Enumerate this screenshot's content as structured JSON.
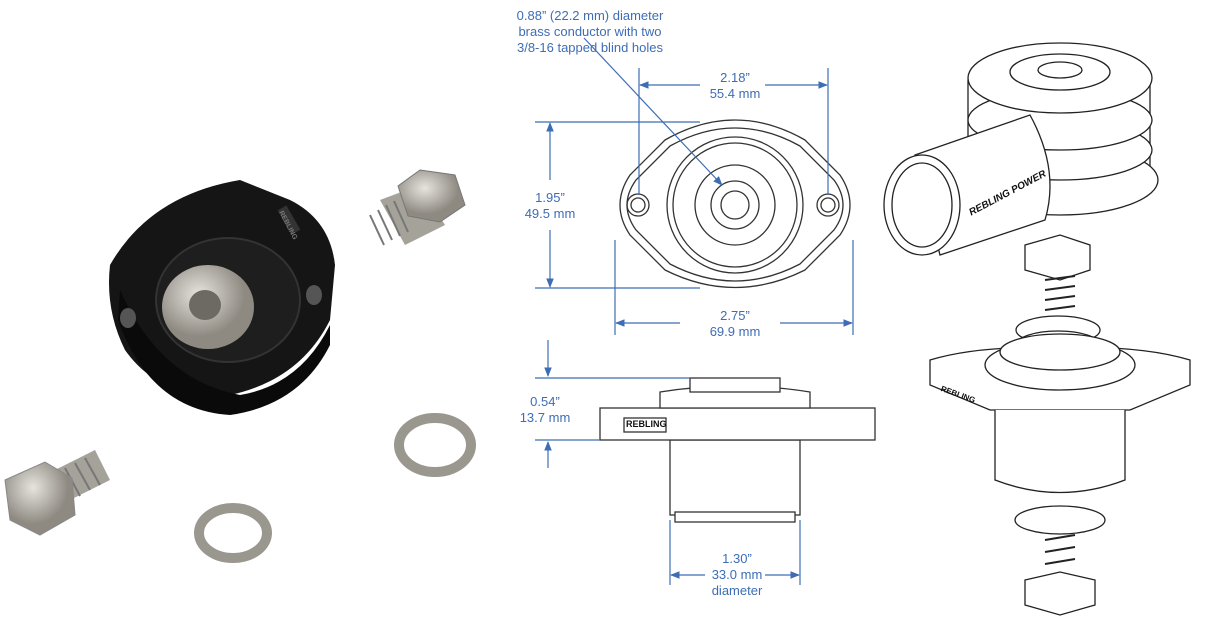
{
  "annotations": {
    "conductor_note": [
      "0.88” (22.2 mm) diameter",
      "brass conductor with two",
      "3/8-16 tapped blind holes"
    ],
    "hole_spacing": {
      "in": "2.18”",
      "mm": "55.4 mm"
    },
    "flange_height": {
      "in": "1.95”",
      "mm": "49.5 mm"
    },
    "flange_width": {
      "in": "2.75”",
      "mm": "69.9 mm"
    },
    "flange_thickness": {
      "in": "0.54”",
      "mm": "13.7 mm"
    },
    "body_diameter": {
      "in": "1.30”",
      "mm": "33.0 mm",
      "suffix": "diameter"
    }
  },
  "branding": {
    "cover_text": "REBLING POWER",
    "flange_text": "REBLING"
  },
  "colors": {
    "dimension": "#3d6db5",
    "housing": "#151515",
    "metal": "#b9b6ae"
  }
}
